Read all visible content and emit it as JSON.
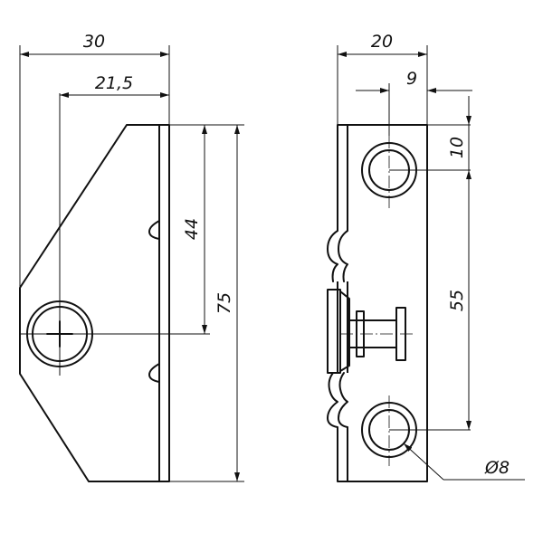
{
  "left_view": {
    "dimensions": {
      "overall_width": "30",
      "hole_offset": "21,5",
      "hole_spacing": "44",
      "overall_height": "75"
    }
  },
  "right_view": {
    "dimensions": {
      "overall_width": "20",
      "hole_offset": "9",
      "hole_top_offset": "10",
      "hole_spacing": "55",
      "hole_diameter": "Ø8"
    }
  },
  "colors": {
    "line": "#111111",
    "background": "#ffffff"
  }
}
